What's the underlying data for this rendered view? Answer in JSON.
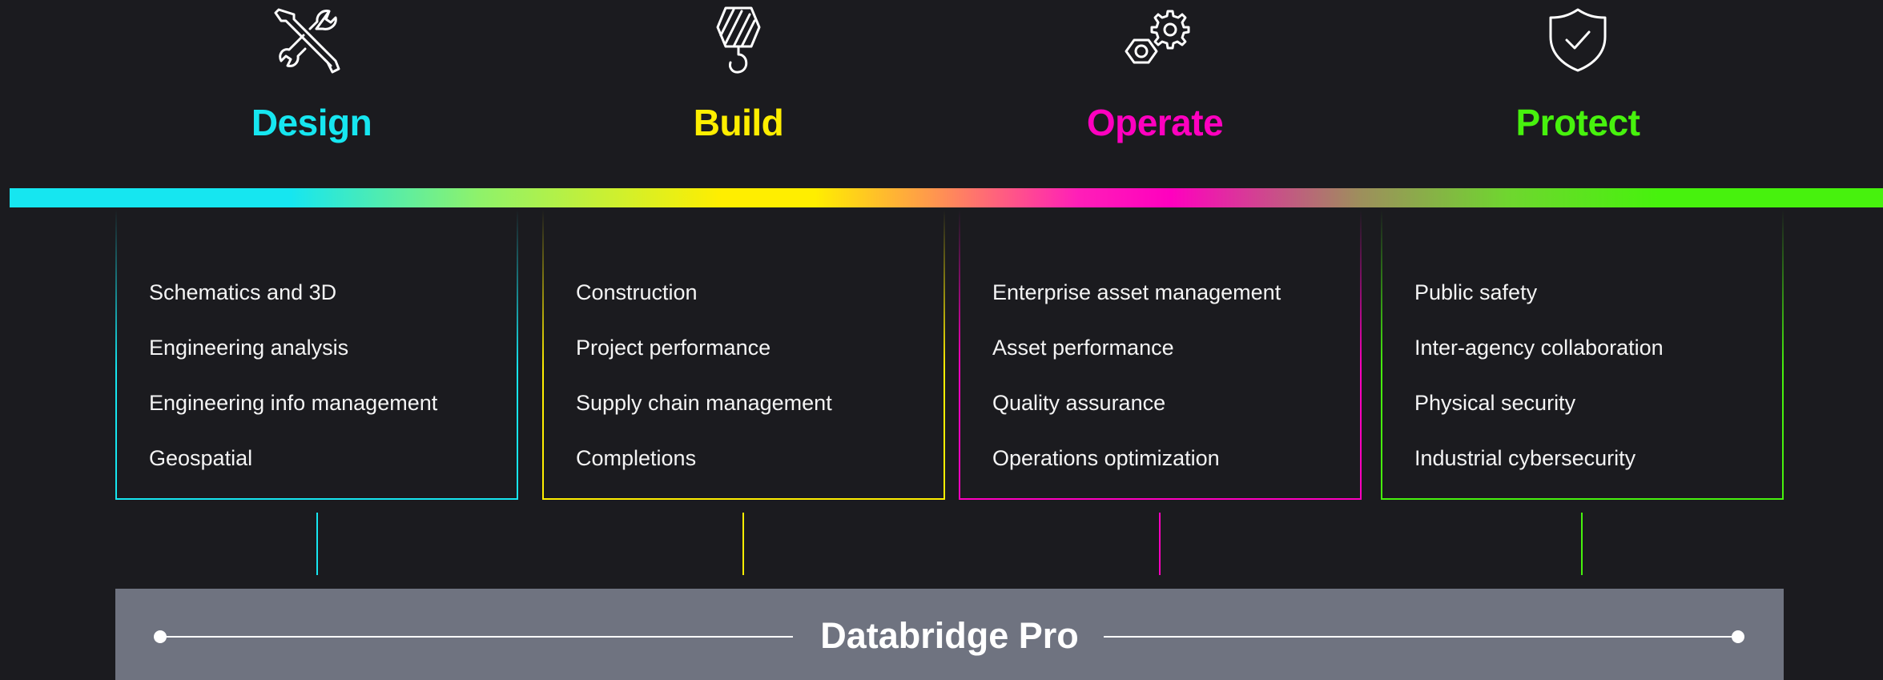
{
  "colors": {
    "background": "#1b1b1f",
    "design": "#16e6f0",
    "build": "#ffee00",
    "operate": "#ff00bf",
    "protect": "#47f20d",
    "platform": "#6f7380"
  },
  "stages": [
    {
      "icon": "tools-icon",
      "title": "Design",
      "items": [
        "Schematics and 3D",
        "Engineering analysis",
        "Engineering info management",
        "Geospatial"
      ]
    },
    {
      "icon": "crane-hook-icon",
      "title": "Build",
      "items": [
        "Construction",
        "Project performance",
        "Supply chain management",
        "Completions"
      ]
    },
    {
      "icon": "gears-icon",
      "title": "Operate",
      "items": [
        "Enterprise asset management",
        "Asset performance",
        "Quality assurance",
        "Operations optimization"
      ]
    },
    {
      "icon": "shield-check-icon",
      "title": "Protect",
      "items": [
        "Public safety",
        "Inter-agency collaboration",
        "Physical security",
        "Industrial cybersecurity"
      ]
    }
  ],
  "platform": {
    "title": "Databridge Pro"
  }
}
